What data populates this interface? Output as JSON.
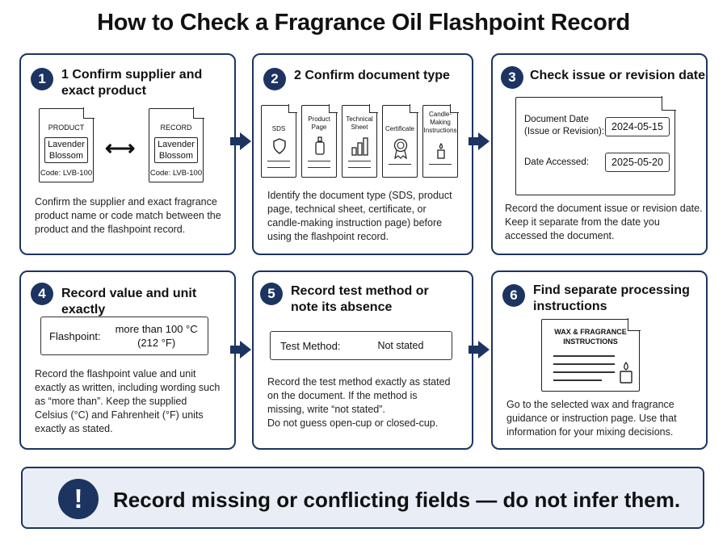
{
  "title": "How to Check a Fragrance Oil Flashpoint Record",
  "steps": [
    {
      "number": "1",
      "heading_line1": "1 Confirm supplier and",
      "heading_line2": "exact product",
      "product_doc_label": "PRODUCT",
      "record_doc_label": "RECORD",
      "product_name_line1": "Lavender",
      "product_name_line2": "Blossom",
      "product_code": "Code: LVB-100",
      "record_name_line1": "Lavender",
      "record_name_line2": "Blossom",
      "record_code": "Code: LVB-100",
      "match_symbol": "⟷",
      "body": [
        "Confirm the supplier and exact fragrance",
        "product name or code match between the",
        "product and the flashpoint record."
      ]
    },
    {
      "number": "2",
      "heading_line1": "2 Confirm document type",
      "doc_types": [
        {
          "label": "SDS",
          "icon": "shield-icon"
        },
        {
          "label": "Product Page",
          "icon": "bottle-icon"
        },
        {
          "label": "Technical Sheet",
          "icon": "bar-chart-icon"
        },
        {
          "label": "Certificate",
          "icon": "award-ribbon-icon"
        },
        {
          "label": "Candle-Making Instructions",
          "icon": "candle-icon"
        }
      ],
      "body": [
        "Identify the document type (SDS, product",
        "page, technical sheet, certificate, or",
        "candle-making instruction page) before",
        "using the flashpoint record."
      ]
    },
    {
      "number": "3",
      "heading_line1": "Check issue or revision date",
      "date_label_line1": "Document Date",
      "date_label_line2": "(Issue or Revision):",
      "date_value": "2024-05-15",
      "accessed_label": "Date Accessed:",
      "accessed_value": "2025-05-20",
      "body": [
        "Record the document issue or revision date.",
        "Keep it separate from the date you",
        "accessed the document."
      ]
    },
    {
      "number": "4",
      "heading_line1": "Record value and unit exactly",
      "field_label": "Flashpoint:",
      "field_value_line1": "more than 100 °C",
      "field_value_line2": "(212 °F)",
      "body": [
        "Record the flashpoint value and unit",
        "exactly as written, including wording such",
        "as “more than”.  Keep the supplied",
        "Celsius (°C) and Fahrenheit (°F) units",
        "exactly as stated."
      ]
    },
    {
      "number": "5",
      "heading_line1": "Record test method or",
      "heading_line2": "note its absence",
      "field_label": "Test Method:",
      "field_value": "Not stated",
      "body": [
        "Record the test method exactly as stated",
        "on the document. If the method is",
        "missing, write “not stated”.",
        "Do not guess open-cup or closed-cup."
      ]
    },
    {
      "number": "6",
      "heading_line1": "Find separate processing",
      "heading_line2": "instructions",
      "doc_title_line1": "WAX & FRAGRANCE",
      "doc_title_line2": "INSTRUCTIONS",
      "body": [
        "Go to the selected wax and fragrance",
        "guidance or instruction page. Use that",
        "information for your mixing decisions."
      ]
    }
  ],
  "footer": {
    "icon": "!",
    "text": "Record missing or conflicting fields — do not infer them."
  },
  "colors": {
    "accent": "#1d3461",
    "footer_bg": "#e9eef6"
  }
}
